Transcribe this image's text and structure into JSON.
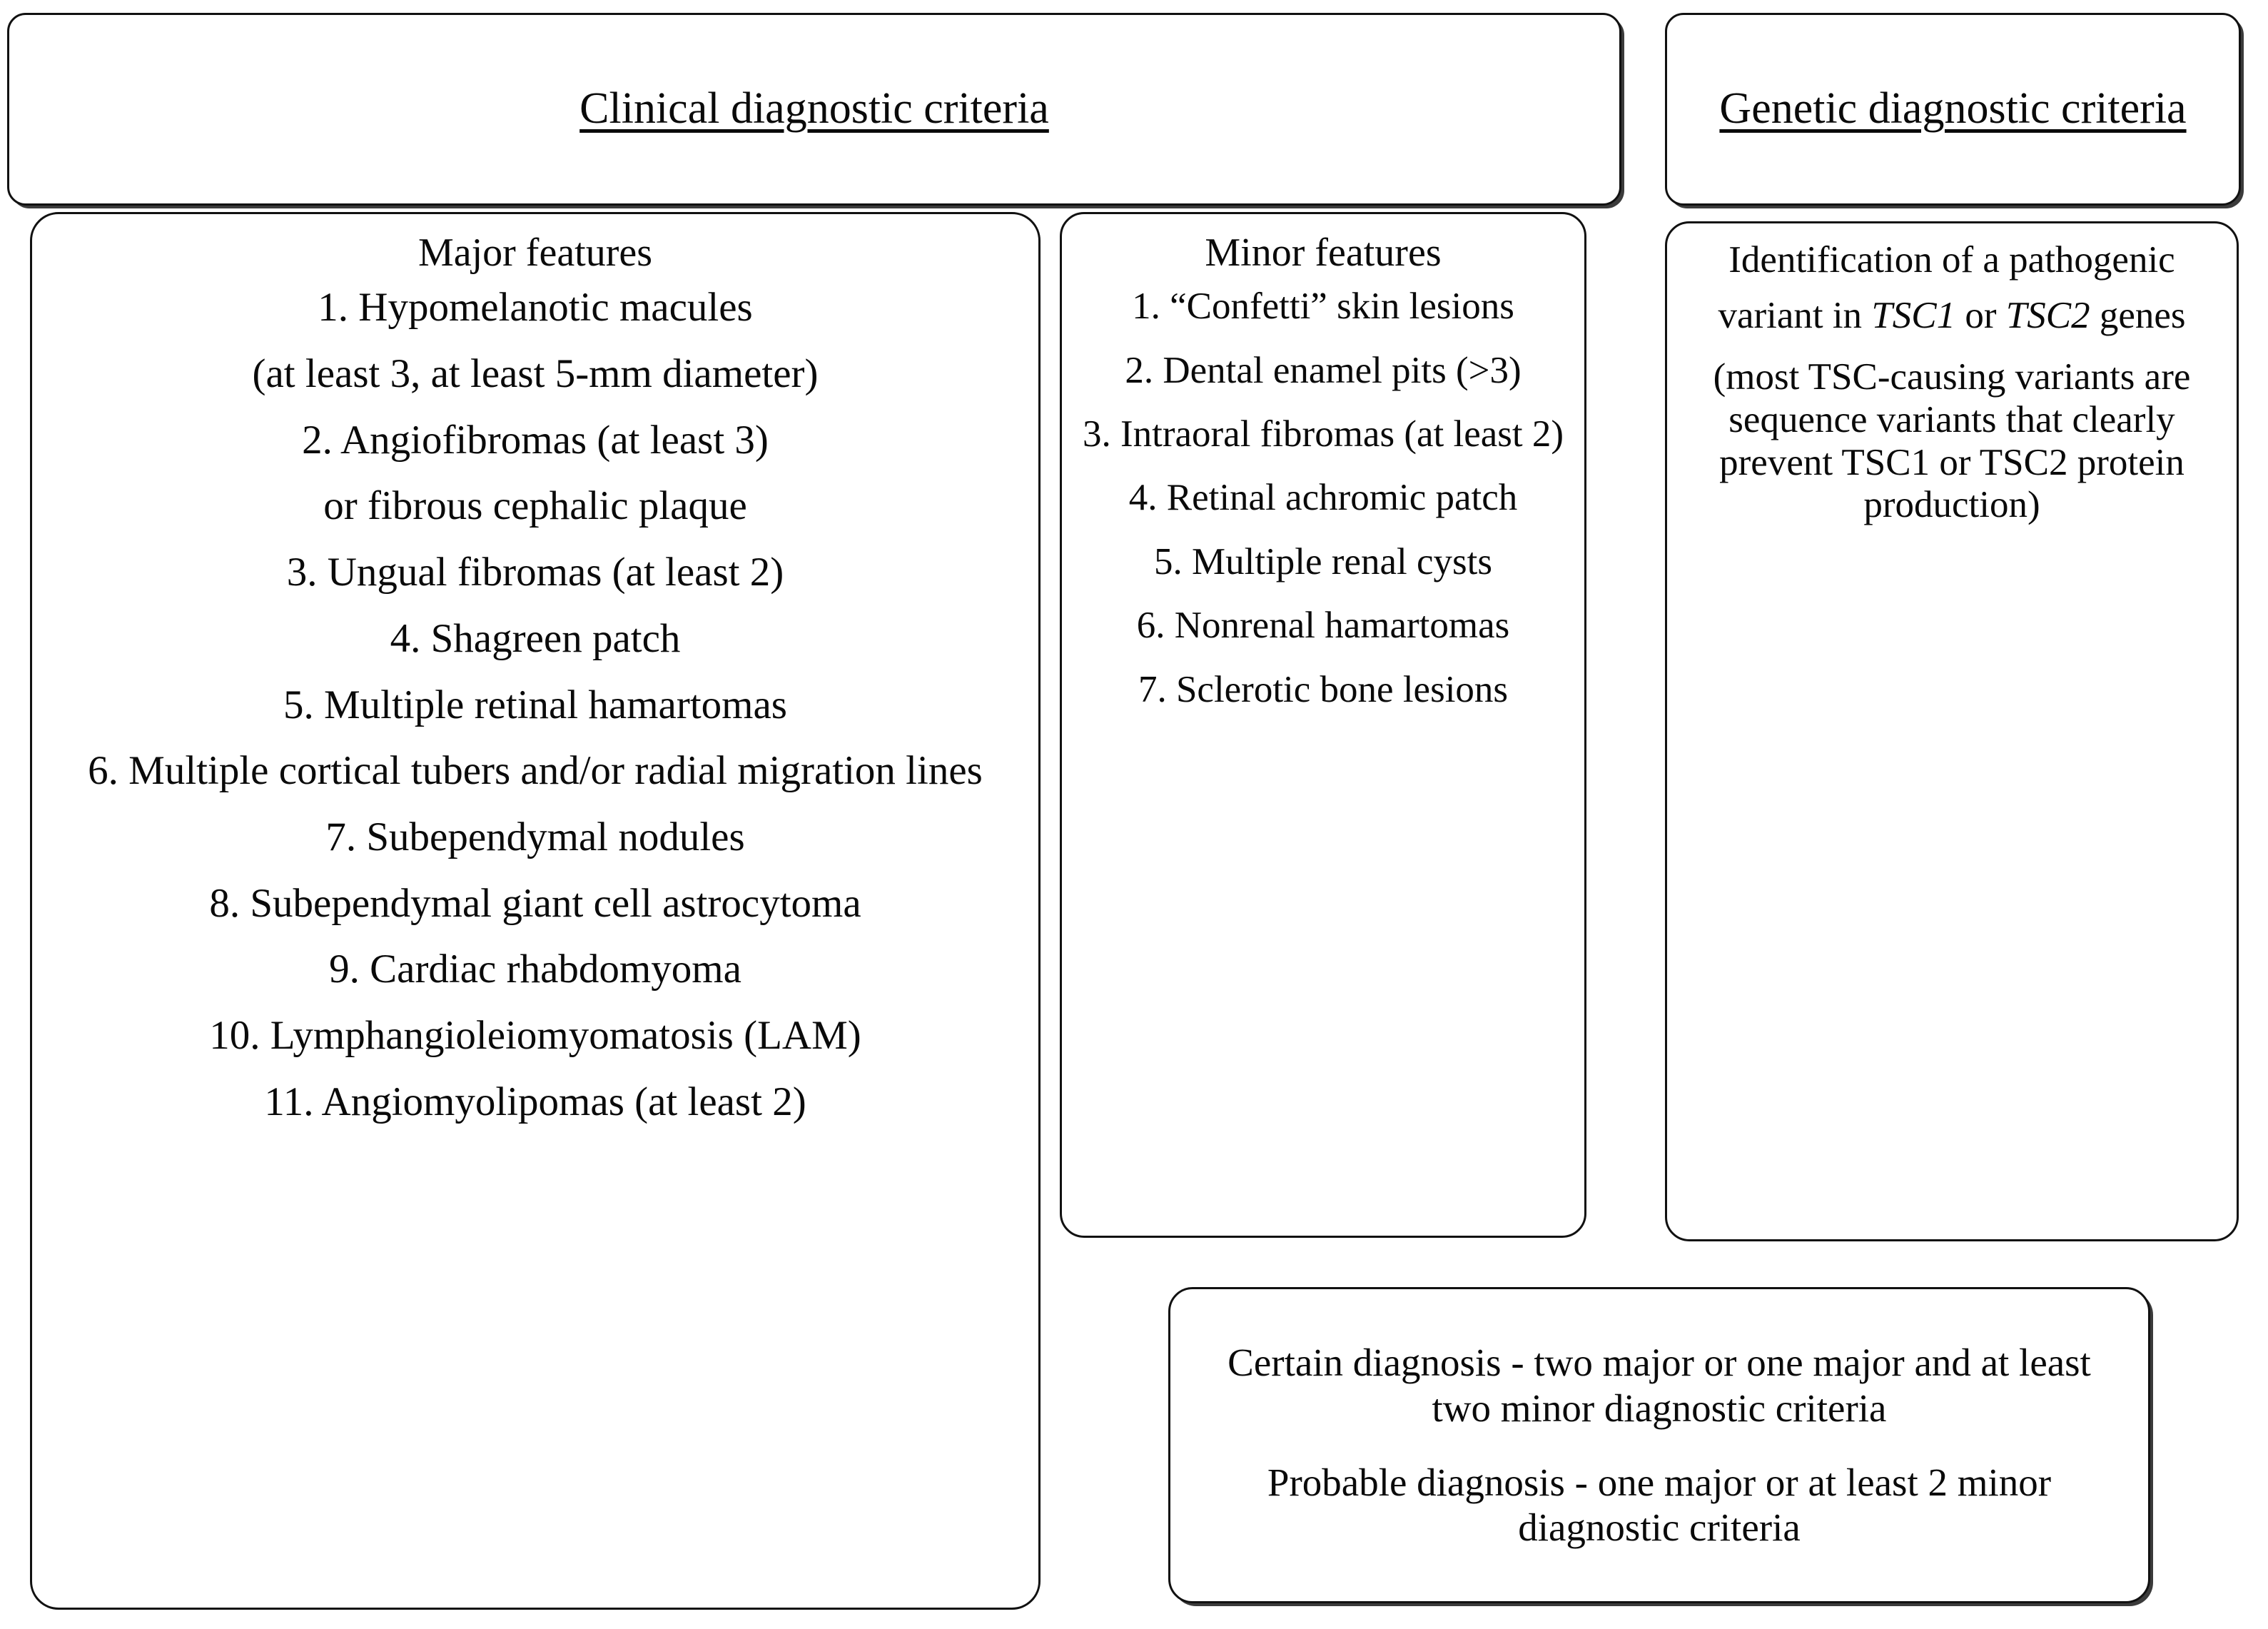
{
  "headers": {
    "clinical": "Clinical diagnostic criteria",
    "genetic": "Genetic diagnostic criteria"
  },
  "major": {
    "heading": "Major features",
    "items": [
      "1. Hypomelanotic macules",
      "(at least 3, at least 5-mm diameter)",
      "2. Angiofibromas (at least 3)",
      "or fibrous cephalic plaque",
      "3. Ungual fibromas (at least 2)",
      "4. Shagreen patch",
      "5. Multiple retinal hamartomas",
      "6. Multiple cortical tubers and/or radial migration lines",
      "7. Subependymal nodules",
      "8. Subependymal giant cell astrocytoma",
      "9. Cardiac rhabdomyoma",
      "10. Lymphangioleiomyomatosis (LAM)",
      "11. Angiomyolipomas (at least 2)"
    ]
  },
  "minor": {
    "heading": "Minor features",
    "items": [
      "1. “Confetti” skin lesions",
      "2. Dental enamel pits (>3)",
      "3. Intraoral fibromas (at least 2)",
      "4. Retinal achromic patch",
      "5. Multiple renal cysts",
      "6. Nonrenal hamartomas",
      "7. Sclerotic bone lesions"
    ]
  },
  "genetic": {
    "line1": "Identification of a pathogenic",
    "line2_a": "variant in ",
    "line2_gene1": "TSC1",
    "line2_b": " or ",
    "line2_gene2": "TSC2",
    "line2_c": " genes",
    "line3": "(most TSC-causing variants are sequence variants that clearly prevent TSC1 or TSC2 protein production)"
  },
  "diagnosis": {
    "certain": "Certain diagnosis - two major or one major and at least two minor diagnostic criteria",
    "probable": "Probable diagnosis - one major or at least 2 minor diagnostic criteria"
  }
}
